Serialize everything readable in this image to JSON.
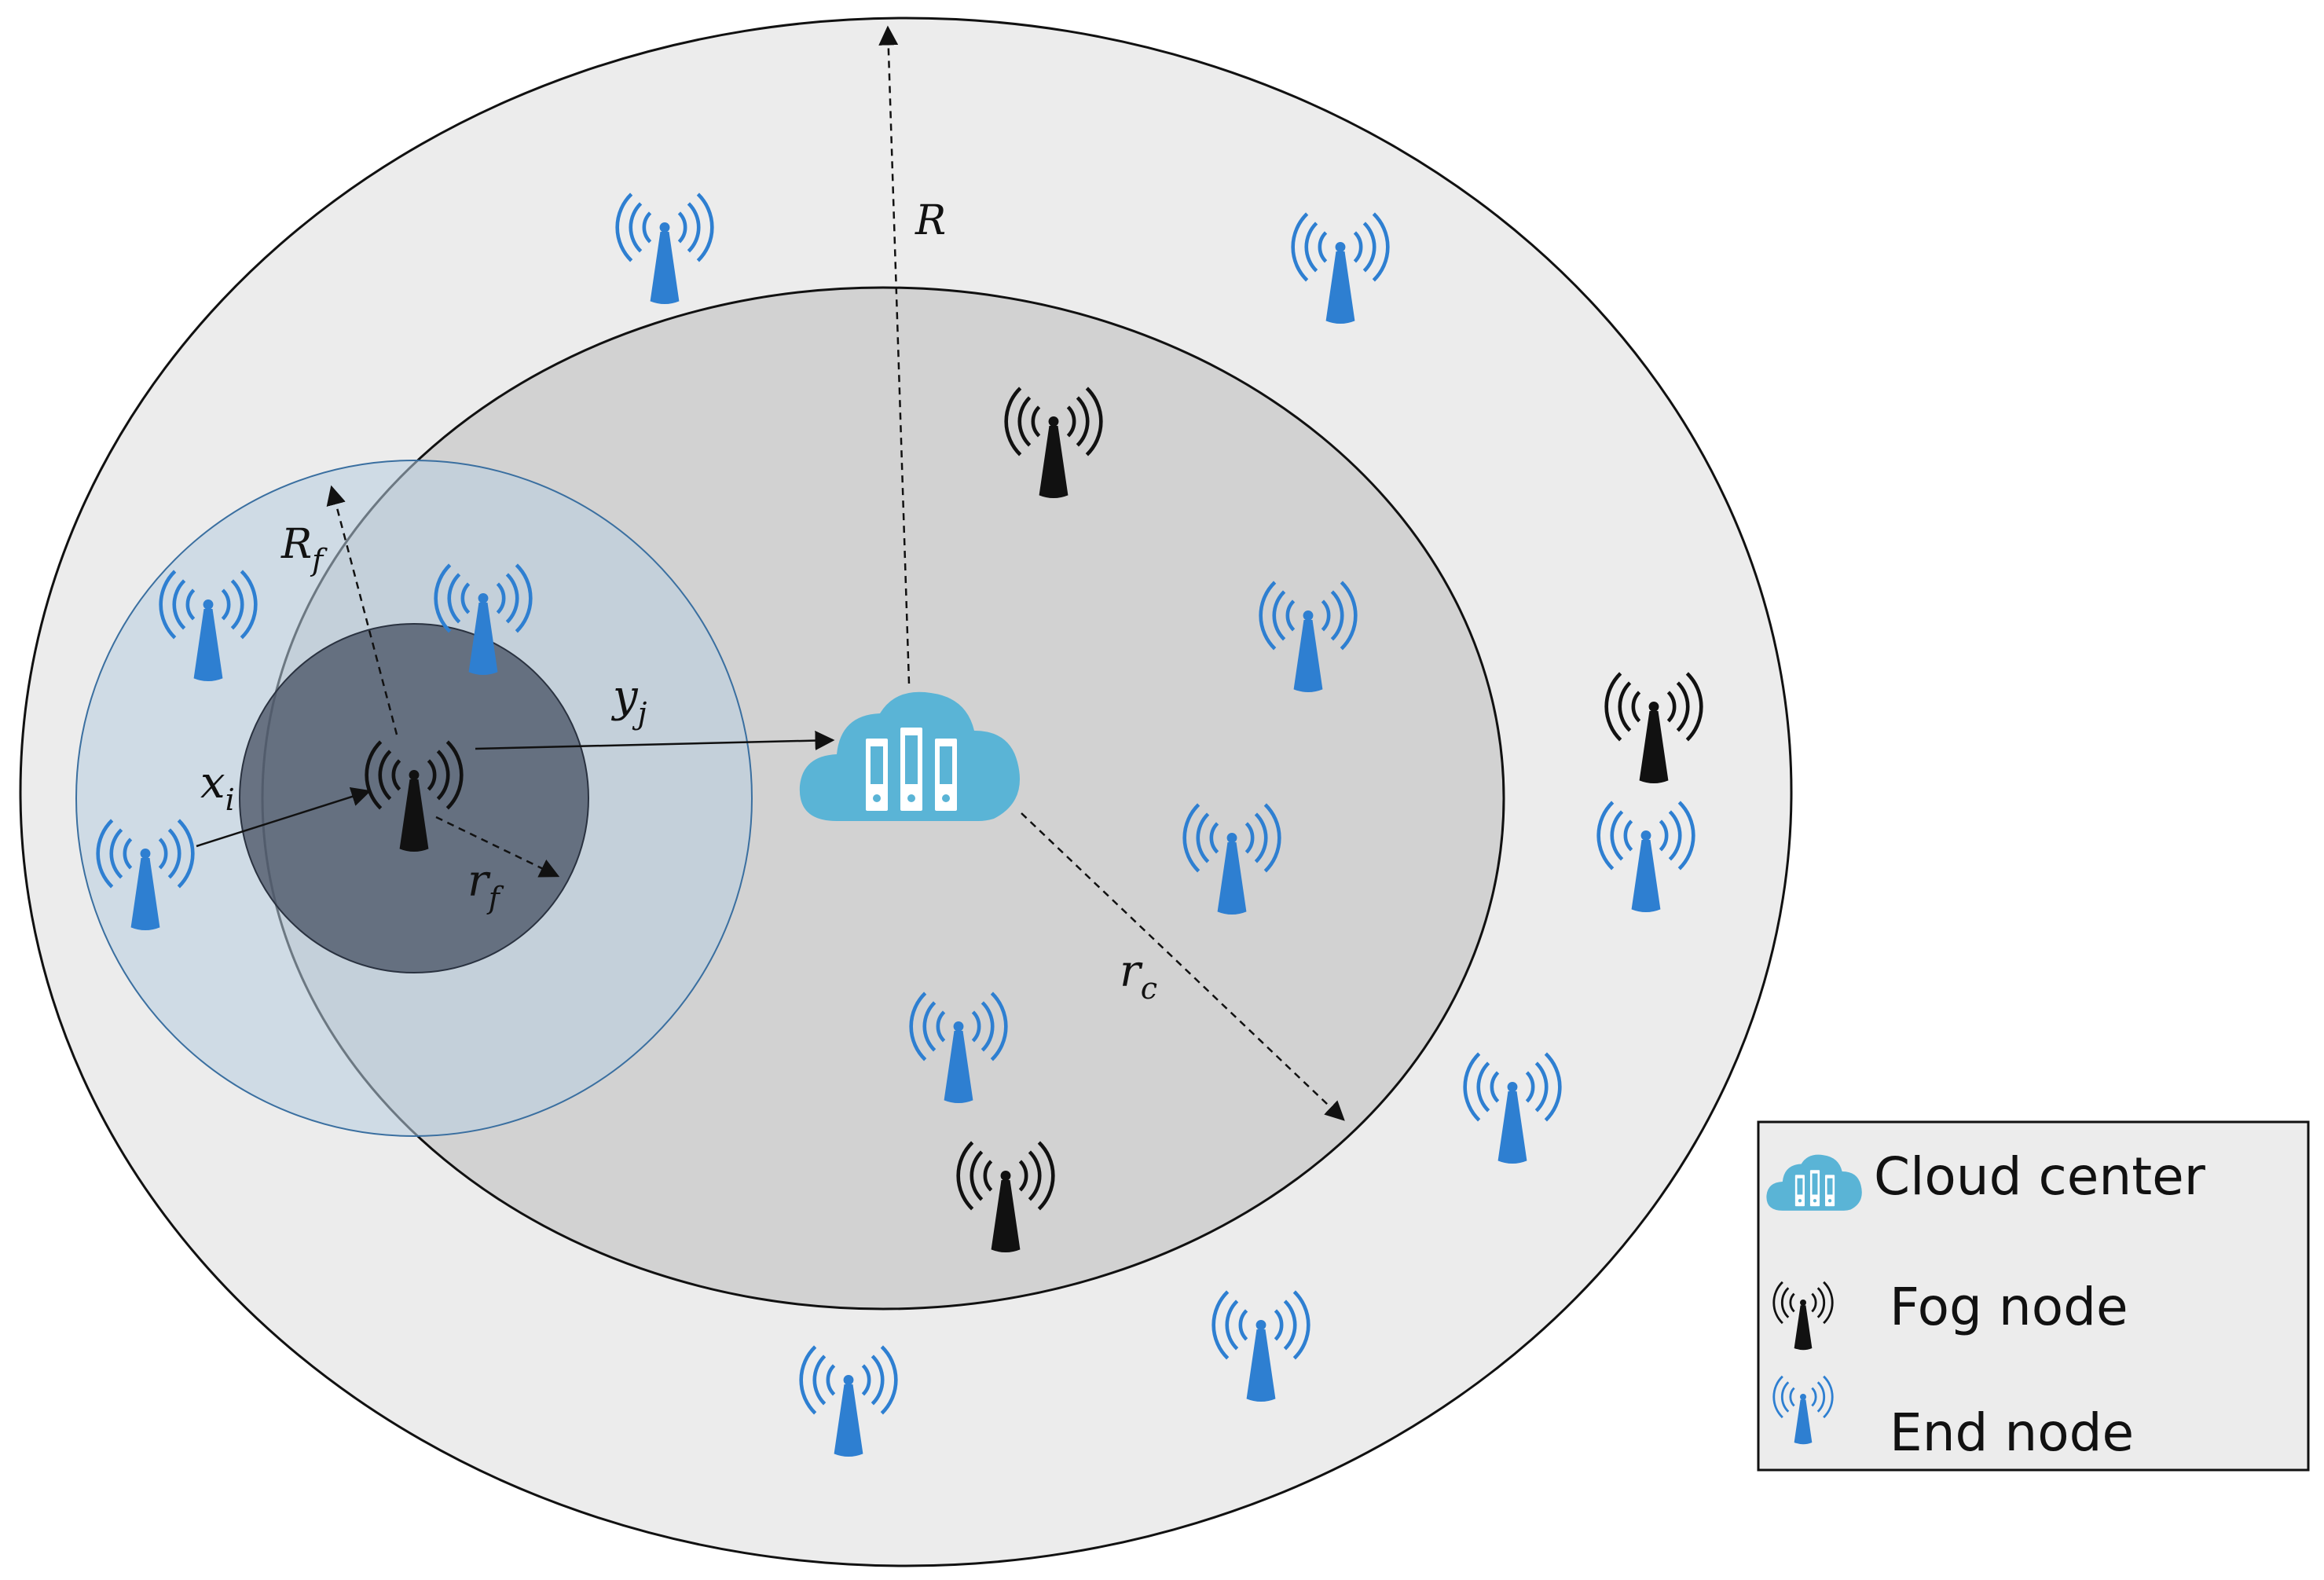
{
  "labels": {
    "R": "R",
    "R_f": {
      "base": "R",
      "sub": "f"
    },
    "r_f": {
      "base": "r",
      "sub": "f"
    },
    "r_c": {
      "base": "r",
      "sub": "c"
    },
    "x_i": {
      "base": "x",
      "sub": "i"
    },
    "y_j": {
      "base": "y",
      "sub": "j"
    }
  },
  "legend": {
    "cloud": "Cloud center",
    "fog": "Fog node",
    "end": "End node"
  },
  "icons": {
    "cloud": "cloud-server-icon",
    "fog": "fog-node-antenna-icon",
    "end": "end-node-antenna-icon"
  },
  "colors": {
    "outer_region": "#ececec",
    "inner_region": "#d2d2d2",
    "fog_coverage": "#b8cde0",
    "fog_core": "#4a5566",
    "end_node": "#2e7fd1",
    "fog_node": "#111111",
    "cloud": "#5ab4d6"
  }
}
